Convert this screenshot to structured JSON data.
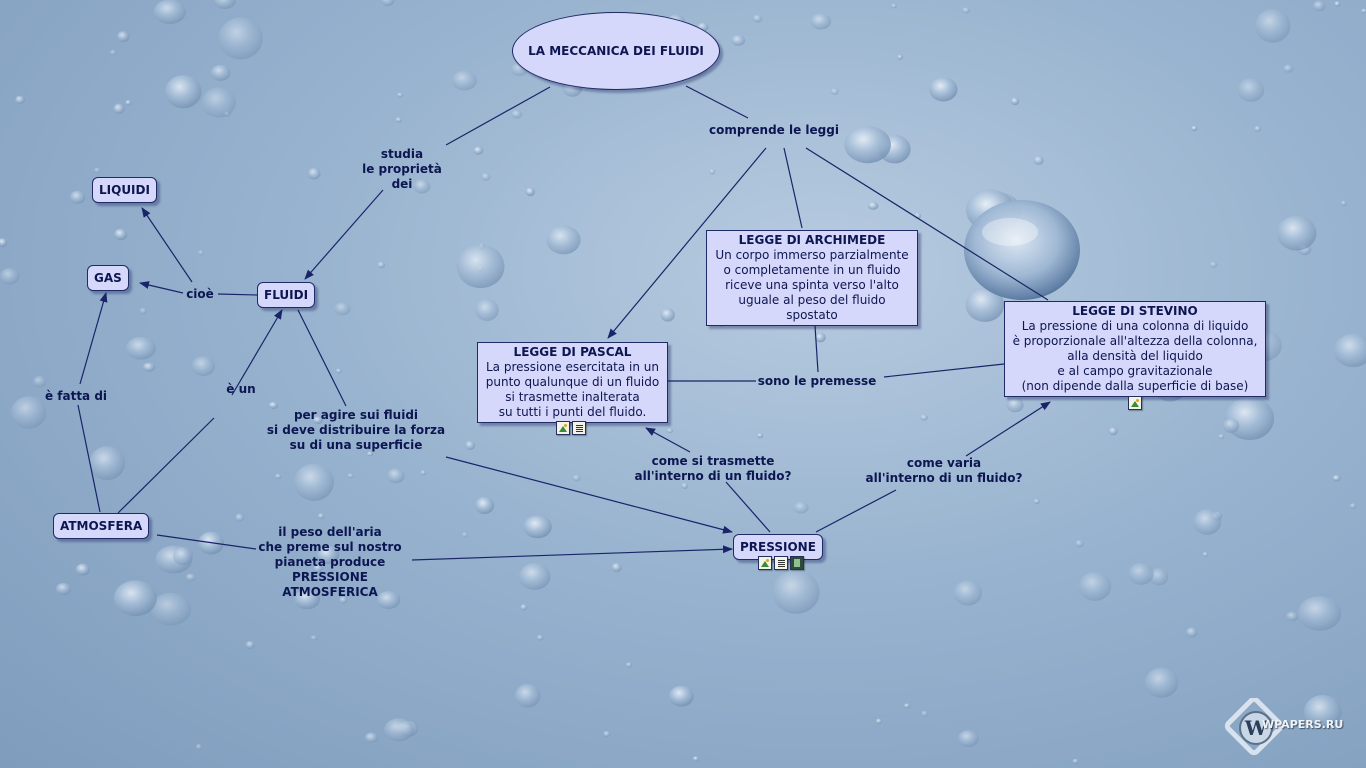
{
  "colors": {
    "node_fill": "#d6d8fb",
    "node_border": "#1f2a66",
    "text": "#0d1650",
    "line": "#1a2468"
  },
  "root": {
    "label": "LA MECCANICA DEI FLUIDI"
  },
  "nodes": {
    "liquidi": "LIQUIDI",
    "gas": "GAS",
    "fluidi": "FLUIDI",
    "atmosfera": "ATMOSFERA",
    "pressione": "PRESSIONE"
  },
  "boxes": {
    "archimede": {
      "title": "LEGGE DI ARCHIMEDE",
      "lines": [
        "Un corpo immerso parzialmente",
        "o completamente in un fluido",
        "riceve una spinta verso l'alto",
        "uguale al peso del fluido spostato"
      ]
    },
    "pascal": {
      "title": "LEGGE DI PASCAL",
      "lines": [
        "La pressione esercitata in un",
        "punto qualunque di un fluido",
        "si trasmette inalterata",
        "su tutti i punti del fluido."
      ]
    },
    "stevino": {
      "title": "LEGGE DI STEVINO",
      "lines": [
        "La pressione di una colonna di liquido",
        "è proporzionale all'altezza della colonna,",
        "alla densità del liquido",
        "e al campo gravitazionale",
        "(non dipende dalla superficie di base)"
      ]
    }
  },
  "labels": {
    "studia": [
      "studia",
      "le proprietà",
      "dei"
    ],
    "comprende": [
      "comprende le leggi"
    ],
    "cioe": [
      "cioè"
    ],
    "e_fatta_di": [
      "è fatta di"
    ],
    "e_un": [
      "è un"
    ],
    "per_agire": [
      "per agire sui fluidi",
      "si deve distribuire la forza",
      "su di una superficie"
    ],
    "sono_premesse": [
      "sono le premesse"
    ],
    "come_trasmette": [
      "come si trasmette",
      "all'interno di un fluido?"
    ],
    "come_varia": [
      "come varia",
      "all'interno di un fluido?"
    ],
    "peso_aria": [
      "il peso dell'aria",
      "che preme sul nostro",
      "pianeta produce",
      "PRESSIONE",
      "ATMOSFERICA"
    ]
  },
  "attachments": {
    "pascal": [
      "image-icon",
      "document-icon"
    ],
    "stevino": [
      "image-icon"
    ],
    "pressione": [
      "image-icon",
      "document-icon",
      "film-icon"
    ]
  },
  "watermark": {
    "text": "WPAPERS.RU",
    "logo_letter": "W"
  }
}
